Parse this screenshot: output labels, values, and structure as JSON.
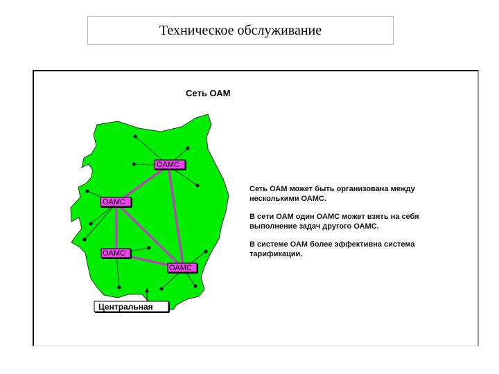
{
  "slide": {
    "title": "Техническое обслуживание"
  },
  "diagram": {
    "heading": "Сеть ОАМ",
    "node_label": "OAMC",
    "central_label": "Центральная",
    "info_lines": [
      "Сеть ОАМ может быть организована между",
      "несколькими ОАМС.",
      "В сети ОАМ один ОАМС может взять на себя",
      "выполнение задач другого ОАМС.",
      "В системе ОАМ более эффективна система",
      "тарификации."
    ],
    "colors": {
      "map_fill": "#00ee00",
      "map_border": "#333333",
      "link": "#cc33cc",
      "node_box": "#ee44ee"
    }
  }
}
